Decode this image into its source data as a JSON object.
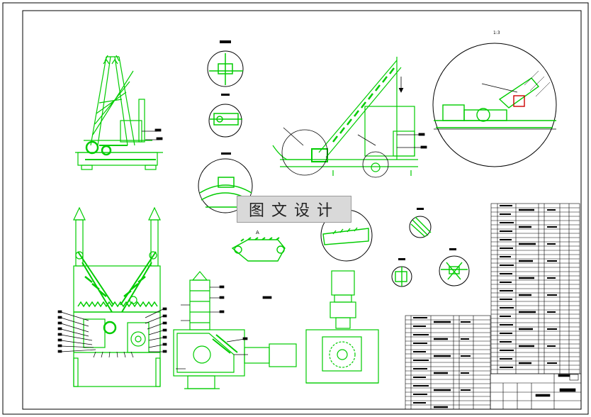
{
  "drawing": {
    "watermark_text": "图文设计",
    "view_labels": {
      "section_a": "A",
      "scale_right": "1:3"
    }
  },
  "colors": {
    "line": "#00cc00",
    "frame": "#000000",
    "detail": "#000000",
    "background": "#ffffff",
    "watermark_bg": "#d9d9d9"
  }
}
